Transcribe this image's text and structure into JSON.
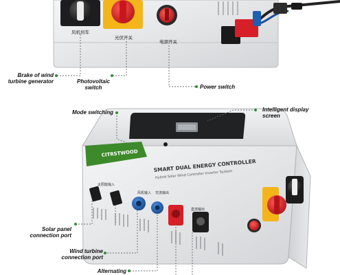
{
  "top_device": {
    "switch_labels": [
      "风机刹车",
      "光伏开关",
      "电源开关"
    ]
  },
  "bottom_device": {
    "brand": "CITRSTWOOD",
    "title": "SMART DUAL ENERGY CONTROLLER",
    "subtitle": "Hybrid Solar Wind Controller Inverter System",
    "port_labels": [
      "太阳能输入",
      "风机输入",
      "交流输出",
      "直流输出"
    ]
  },
  "callouts": {
    "brake": [
      "Brake of wind",
      "turbine generator"
    ],
    "photovoltaic": [
      "Photovoltaic",
      "switch"
    ],
    "power": [
      "Power switch"
    ],
    "mode": [
      "Mode switching"
    ],
    "display": [
      "Intelligent display",
      "screen"
    ],
    "solar": [
      "Solar panel",
      "connection port"
    ],
    "wind": [
      "Wind turbine",
      "connection port"
    ],
    "alternating": [
      "Alternating"
    ]
  },
  "colors": {
    "casing": "#e7e8ea",
    "panel_green": "#3c8a2a",
    "switch_red": "#d61f26",
    "switch_yellow": "#f3b51a",
    "port_blue": "#1e63b8",
    "leader_green": "#2f8a3c"
  }
}
